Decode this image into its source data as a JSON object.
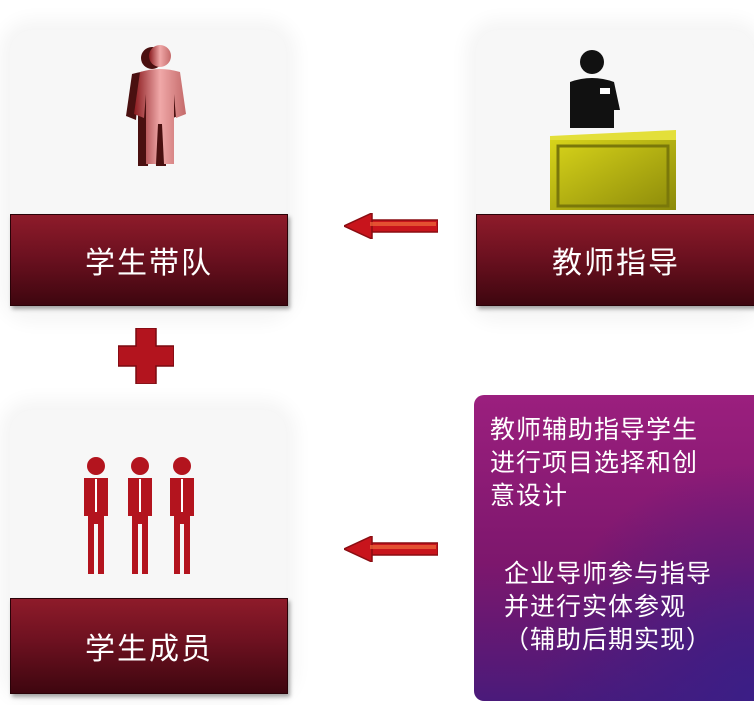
{
  "boxes": {
    "student_leader": "学生带队",
    "teacher_guide": "教师指导",
    "student_members": "学生成员"
  },
  "info": {
    "lines_top": [
      "教师辅助指导学生",
      "进行项目选择和创",
      "意设计"
    ],
    "lines_bottom": [
      "企业导师参与指导",
      "并进行实体参观",
      "（辅助后期实现）"
    ]
  },
  "colors": {
    "banner": "#6d1120",
    "arrow": "#c8141c",
    "podium": "#c9c40f",
    "person": "#b3141e",
    "purple": "#8a1a75"
  }
}
